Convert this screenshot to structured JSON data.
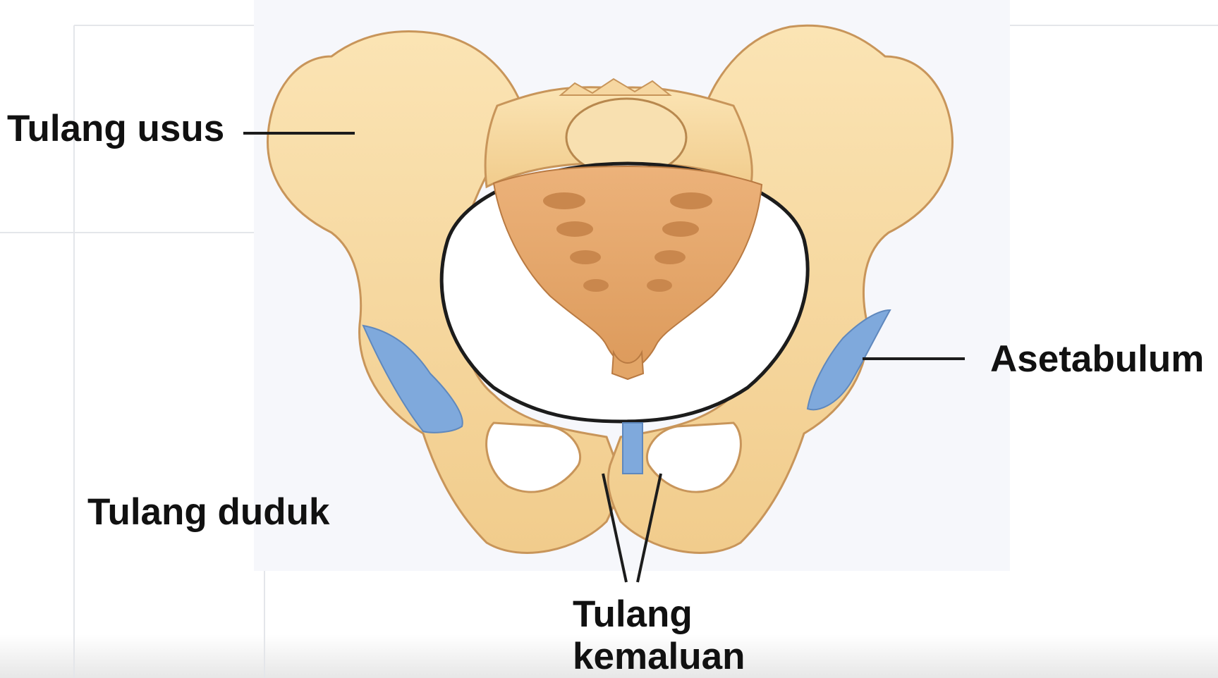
{
  "labels": {
    "ilium": "Tulang usus",
    "acetabulum": "Asetabulum",
    "ischium": "Tulang duduk",
    "pubis_line1": "Tulang",
    "pubis_line2": "kemaluan"
  },
  "colors": {
    "bone": "#f7dba3",
    "bone_shade": "#e8b46e",
    "sacrum": "#e7a86a",
    "cartilage_blue": "#7fa9dc",
    "outline": "#1c1c1c",
    "label_text": "#111111",
    "background_panel": "#f6f7fb"
  }
}
